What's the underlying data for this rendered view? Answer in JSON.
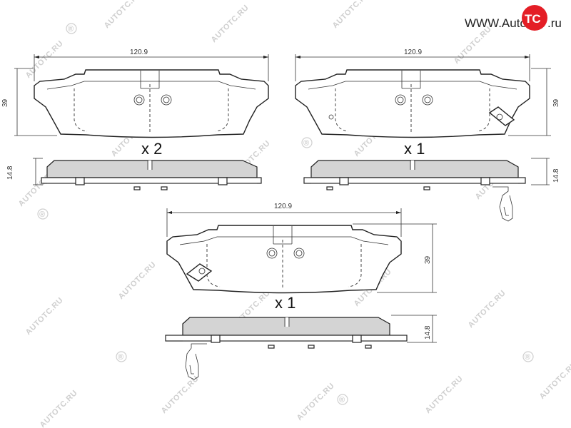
{
  "logo": {
    "prefix": "WWW.Auto",
    "highlight": "TC",
    "suffix": ".ru",
    "accent_color": "#e41e26"
  },
  "watermark": {
    "text": "AUTOTC.RU",
    "mark": "®"
  },
  "pads": [
    {
      "id": "pad-top-left",
      "width_label": "120.9",
      "height_label": "39",
      "thickness_label": "14.8",
      "quantity": "x 2",
      "sensor": "none"
    },
    {
      "id": "pad-top-right",
      "width_label": "120.9",
      "height_label": "39",
      "thickness_label": "14.8",
      "quantity": "x 1",
      "sensor": "right"
    },
    {
      "id": "pad-bottom-center",
      "width_label": "120.9",
      "height_label": "39",
      "thickness_label": "14.8",
      "quantity": "x 1",
      "sensor": "left"
    }
  ],
  "colors": {
    "line": "#222222",
    "friction": "#d4d4d4",
    "watermark": "#cfcfcf"
  }
}
